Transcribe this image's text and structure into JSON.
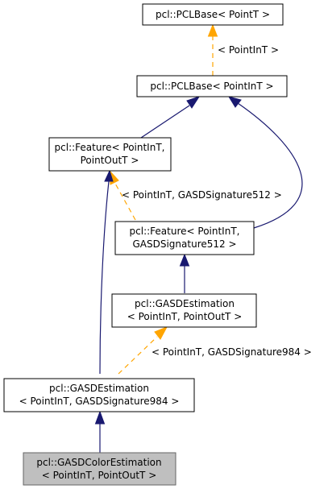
{
  "nodes": {
    "pclbase_pointt": {
      "line1": "pcl::PCLBase< PointT >"
    },
    "pclbase_pointint": {
      "line1": "pcl::PCLBase< PointInT >"
    },
    "feature_generic": {
      "line1": "pcl::Feature< PointInT,",
      "line2": "PointOutT >"
    },
    "feature_512": {
      "line1": "pcl::Feature< PointInT,",
      "line2": "GASDSignature512 >"
    },
    "gasd_generic": {
      "line1": "pcl::GASDEstimation",
      "line2": "< PointInT, PointOutT >"
    },
    "gasd_984": {
      "line1": "pcl::GASDEstimation",
      "line2": "< PointInT, GASDSignature984 >"
    },
    "gasd_color": {
      "line1": "pcl::GASDColorEstimation",
      "line2": "< PointInT, PointOutT >"
    }
  },
  "edge_labels": {
    "pclbase_template": "< PointInT >",
    "feature_template": "< PointInT, GASDSignature512 >",
    "gasd_template": "< PointInT, GASDSignature984 >"
  },
  "colors": {
    "inheritance_edge": "#191970",
    "template_edge": "#ffa500",
    "highlight_node": "#bfbfbf"
  }
}
